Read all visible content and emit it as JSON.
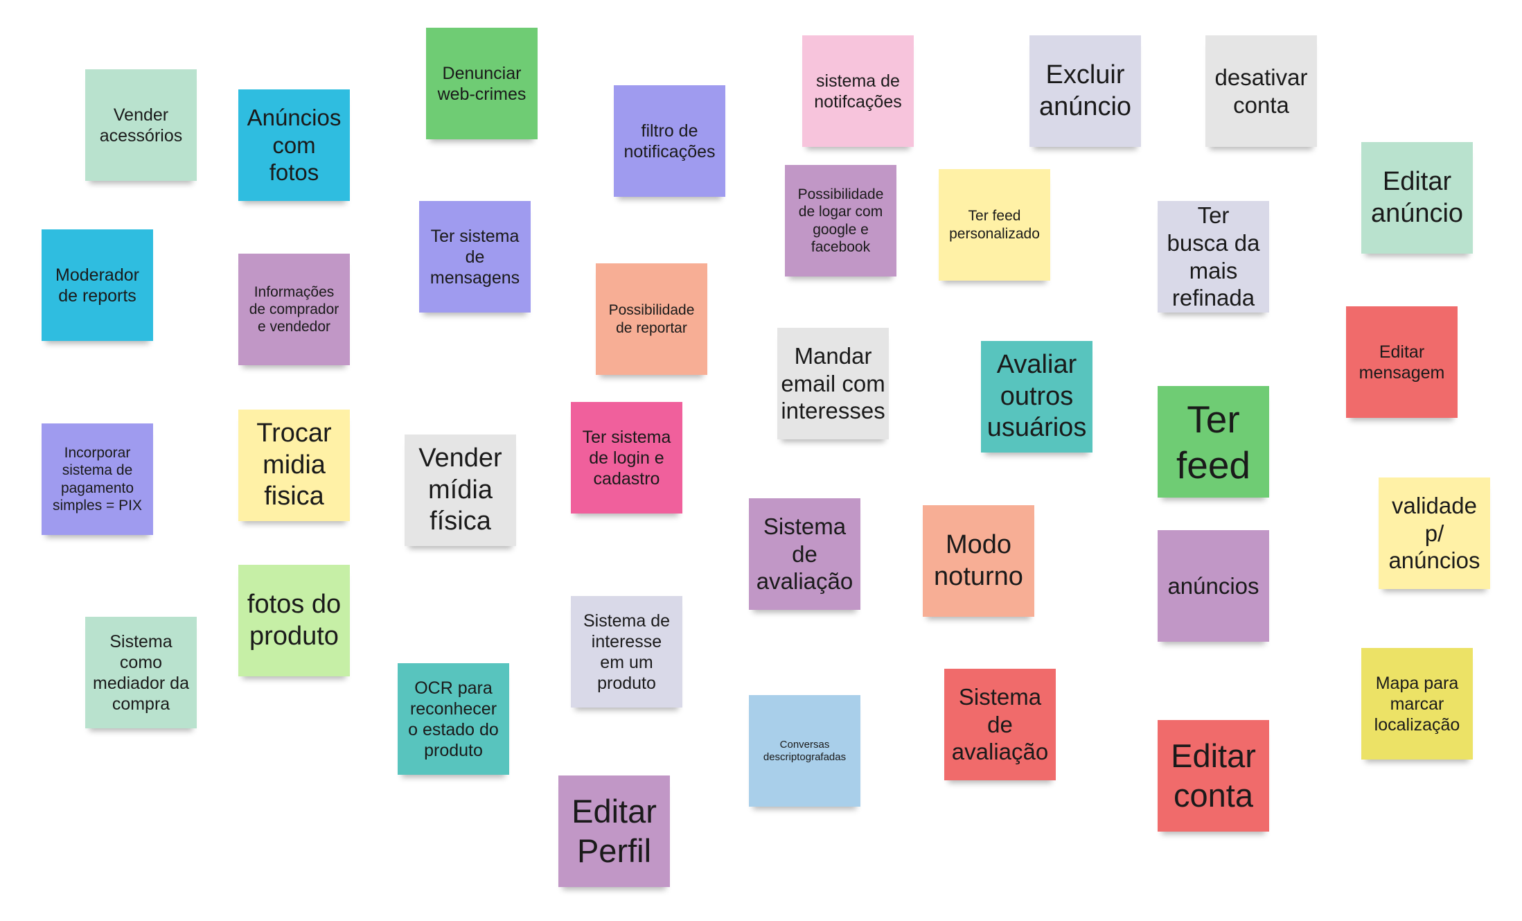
{
  "notes": [
    {
      "id": "vender-acessorios",
      "text": "Vender acessórios",
      "color": "#b9e2ce"
    },
    {
      "id": "anuncios-com-fotos",
      "text": "Anúncios com fotos",
      "color": "#2fbde0"
    },
    {
      "id": "denunciar-web-crimes",
      "text": "Denunciar web-crimes",
      "color": "#6fcc74"
    },
    {
      "id": "filtro-de-notificacoes",
      "text": "filtro de notificações",
      "color": "#9f9bef"
    },
    {
      "id": "sistema-de-notifcacoes",
      "text": "sistema de notifcações",
      "color": "#f7c4dc"
    },
    {
      "id": "excluir-anuncio",
      "text": "Excluir anúncio",
      "color": "#d9d9e8"
    },
    {
      "id": "desativar-conta",
      "text": "desativar conta",
      "color": "#e5e5e5"
    },
    {
      "id": "editar-anuncio",
      "text": "Editar anúncio",
      "color": "#b9e2ce"
    },
    {
      "id": "moderador-de-reports",
      "text": "Moderador de reports",
      "color": "#2fbde0"
    },
    {
      "id": "informacoes-comprador-vendedor",
      "text": "Informações de comprador e vendedor",
      "color": "#c197c6"
    },
    {
      "id": "ter-sistema-de-mensagens",
      "text": "Ter sistema de mensagens",
      "color": "#9f9bef"
    },
    {
      "id": "possibilidade-logar-google-facebook",
      "text": "Possibilidade de logar com google e facebook",
      "color": "#c197c6"
    },
    {
      "id": "ter-feed-personalizado",
      "text": "Ter feed personalizado",
      "color": "#fff1a6"
    },
    {
      "id": "ter-busca-refinada",
      "text": "Ter busca da mais refinada",
      "color": "#d9d9e8"
    },
    {
      "id": "possibilidade-de-reportar",
      "text": "Possibilidade de reportar",
      "color": "#f7ae95"
    },
    {
      "id": "editar-mensagem",
      "text": "Editar mensagem",
      "color": "#f06b6b"
    },
    {
      "id": "mandar-email-interesses",
      "text": "Mandar email com interesses",
      "color": "#e5e5e5"
    },
    {
      "id": "avaliar-outros-usuarios",
      "text": "Avaliar outros usuários",
      "color": "#58c4be"
    },
    {
      "id": "ter-feed",
      "text": "Ter feed",
      "color": "#6fcc74"
    },
    {
      "id": "incorporar-pagamento-pix",
      "text": "Incorporar sistema de pagamento simples = PIX",
      "color": "#9f9bef"
    },
    {
      "id": "trocar-midia-fisica",
      "text": "Trocar midia fisica",
      "color": "#fff1a6"
    },
    {
      "id": "vender-midia-fisica",
      "text": "Vender mídia física",
      "color": "#e5e5e5"
    },
    {
      "id": "ter-sistema-login-cadastro",
      "text": "Ter sistema de login e cadastro",
      "color": "#f0609c"
    },
    {
      "id": "sistema-de-avaliacao-1",
      "text": "Sistema de avaliação",
      "color": "#c197c6"
    },
    {
      "id": "modo-noturno",
      "text": "Modo noturno",
      "color": "#f7ae95"
    },
    {
      "id": "validade-anuncios",
      "text": "validade p/ anúncios",
      "color": "#fff1a6"
    },
    {
      "id": "anuncios",
      "text": "anúncios",
      "color": "#c197c6"
    },
    {
      "id": "fotos-do-produto",
      "text": "fotos do produto",
      "color": "#c6efa6"
    },
    {
      "id": "sistema-mediador-compra",
      "text": "Sistema como mediador da compra",
      "color": "#b9e2ce"
    },
    {
      "id": "sistema-interesse-produto",
      "text": "Sistema de interesse em um produto",
      "color": "#d9d9e8"
    },
    {
      "id": "ocr-estado-produto",
      "text": "OCR para reconhecer o estado do produto",
      "color": "#58c4be"
    },
    {
      "id": "conversas-descriptografadas",
      "text": "Conversas descriptografadas",
      "color": "#a9cfea"
    },
    {
      "id": "sistema-de-avaliacao-2",
      "text": "Sistema de avaliação",
      "color": "#f06b6b"
    },
    {
      "id": "mapa-marcar-localizacao",
      "text": "Mapa para marcar localização",
      "color": "#ece266"
    },
    {
      "id": "editar-conta",
      "text": "Editar conta",
      "color": "#f06b6b"
    },
    {
      "id": "editar-perfil",
      "text": "Editar Perfil",
      "color": "#c197c6"
    }
  ]
}
